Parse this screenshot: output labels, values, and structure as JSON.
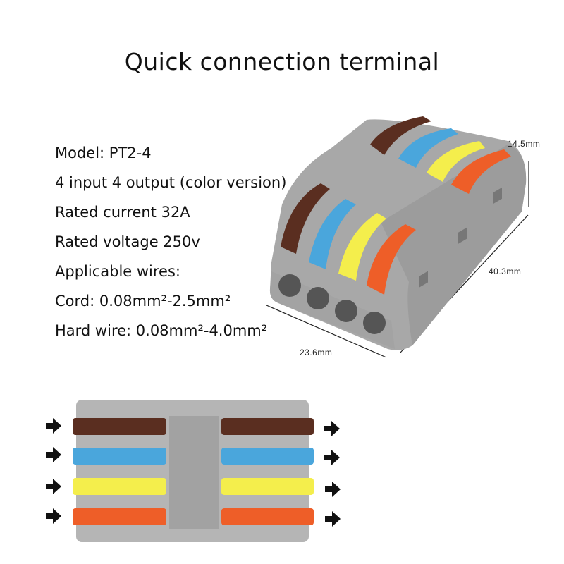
{
  "title": "Quick connection terminal",
  "specs": [
    "Model: PT2-4",
    "4 input 4 output (color version)",
    "Rated current 32A",
    "Rated voltage 250v",
    "Applicable wires:",
    "Cord: 0.08mm²-2.5mm²",
    "Hard wire: 0.08mm²-4.0mm²"
  ],
  "dimensions": {
    "height": "14.5mm",
    "length": "40.3mm",
    "width": "23.6mm"
  },
  "colors": {
    "brown": "#5a2e20",
    "blue": "#4aa6dc",
    "yellow": "#f4ee4c",
    "orange": "#ee5e28",
    "body": "#a9a9a9",
    "arrow": "#111111"
  }
}
